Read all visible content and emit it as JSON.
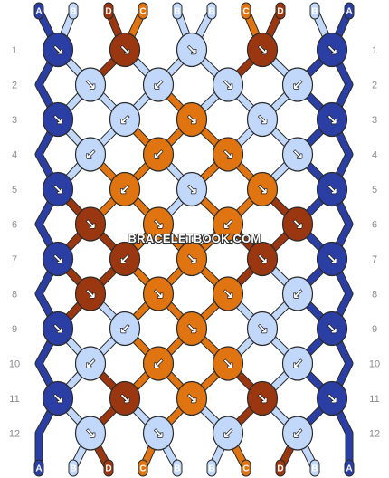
{
  "site": {
    "watermark": "BRACELETBOOK.COM"
  },
  "colors": {
    "A": "#2b3ea3",
    "B": "#c2d8fb",
    "C": "#df7410",
    "D": "#9b3710"
  },
  "strings": {
    "top": [
      "A",
      "B",
      "D",
      "C",
      "B",
      "B",
      "C",
      "D",
      "B",
      "A"
    ],
    "bottom": [
      "A",
      "B",
      "D",
      "C",
      "B",
      "B",
      "C",
      "D",
      "B",
      "A"
    ]
  },
  "rows": [
    {
      "label": "1",
      "knots": [
        {
          "color": "A",
          "arrow": "↘"
        },
        {
          "color": "D",
          "arrow": "↘"
        },
        {
          "color": "B",
          "arrow": "↘"
        },
        {
          "color": "D",
          "arrow": "↘"
        },
        {
          "color": "A",
          "arrow": "↘"
        }
      ]
    },
    {
      "label": "2",
      "knots": [
        {
          "color": "B",
          "arrow": "↘"
        },
        {
          "color": "B",
          "arrow": "↙"
        },
        {
          "color": "B",
          "arrow": "↘"
        },
        {
          "color": "B",
          "arrow": "↙"
        }
      ]
    },
    {
      "label": "3",
      "knots": [
        {
          "color": "A",
          "arrow": "↘"
        },
        {
          "color": "B",
          "arrow": "↙"
        },
        {
          "color": "C",
          "arrow": "↘"
        },
        {
          "color": "B",
          "arrow": "↘"
        },
        {
          "color": "A",
          "arrow": "↘"
        }
      ]
    },
    {
      "label": "4",
      "knots": [
        {
          "color": "B",
          "arrow": "↙"
        },
        {
          "color": "C",
          "arrow": "↙"
        },
        {
          "color": "C",
          "arrow": "↘"
        },
        {
          "color": "B",
          "arrow": "↘"
        }
      ]
    },
    {
      "label": "5",
      "knots": [
        {
          "color": "A",
          "arrow": "↘"
        },
        {
          "color": "C",
          "arrow": "↙"
        },
        {
          "color": "B",
          "arrow": "↘"
        },
        {
          "color": "C",
          "arrow": "↘"
        },
        {
          "color": "A",
          "arrow": "↘"
        }
      ]
    },
    {
      "label": "6",
      "knots": [
        {
          "color": "D",
          "arrow": "↘"
        },
        {
          "color": "C",
          "arrow": "↘"
        },
        {
          "color": "C",
          "arrow": "↙"
        },
        {
          "color": "D",
          "arrow": "↘"
        }
      ]
    },
    {
      "label": "7",
      "knots": [
        {
          "color": "A",
          "arrow": "↘"
        },
        {
          "color": "D",
          "arrow": "↙"
        },
        {
          "color": "C",
          "arrow": "↘"
        },
        {
          "color": "D",
          "arrow": "↘"
        },
        {
          "color": "A",
          "arrow": "↘"
        }
      ]
    },
    {
      "label": "8",
      "knots": [
        {
          "color": "D",
          "arrow": "↘"
        },
        {
          "color": "C",
          "arrow": "↘"
        },
        {
          "color": "C",
          "arrow": "↘"
        },
        {
          "color": "B",
          "arrow": "↙"
        }
      ]
    },
    {
      "label": "9",
      "knots": [
        {
          "color": "A",
          "arrow": "↘"
        },
        {
          "color": "B",
          "arrow": "↙"
        },
        {
          "color": "C",
          "arrow": "↘"
        },
        {
          "color": "B",
          "arrow": "↘"
        },
        {
          "color": "A",
          "arrow": "↘"
        }
      ]
    },
    {
      "label": "10",
      "knots": [
        {
          "color": "B",
          "arrow": "↙"
        },
        {
          "color": "C",
          "arrow": "↙"
        },
        {
          "color": "C",
          "arrow": "↘"
        },
        {
          "color": "B",
          "arrow": "↙"
        }
      ]
    },
    {
      "label": "11",
      "knots": [
        {
          "color": "A",
          "arrow": "↘"
        },
        {
          "color": "D",
          "arrow": "↘"
        },
        {
          "color": "C",
          "arrow": "↘"
        },
        {
          "color": "D",
          "arrow": "↘"
        },
        {
          "color": "A",
          "arrow": "↘"
        }
      ]
    },
    {
      "label": "12",
      "knots": [
        {
          "color": "B",
          "arrow": "↘"
        },
        {
          "color": "B",
          "arrow": "↘"
        },
        {
          "color": "B",
          "arrow": "↙"
        },
        {
          "color": "B",
          "arrow": "↙"
        }
      ]
    }
  ]
}
